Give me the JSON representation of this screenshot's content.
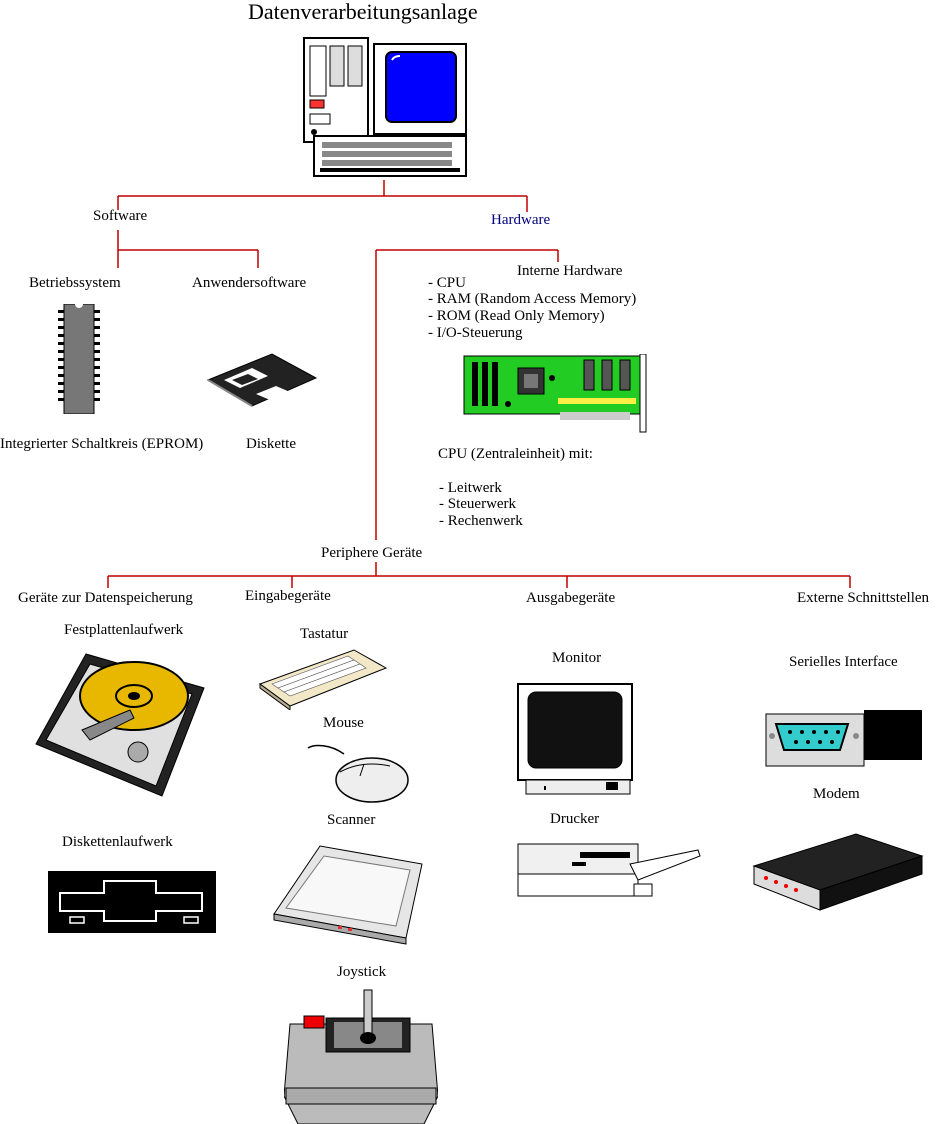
{
  "title": "Datenverarbeitungsanlage",
  "software": {
    "label": "Software",
    "betriebssystem": "Betriebssystem",
    "anwendersoftware": "Anwendersoftware",
    "chip_caption": "Integrierter Schaltkreis (EPROM)",
    "disk_caption": "Diskette"
  },
  "hardware": {
    "label": "Hardware",
    "interne": "Interne Hardware",
    "items": [
      "- CPU",
      "- RAM (Random Access Memory)",
      "- ROM (Read Only Memory)",
      "- I/O-Steuerung"
    ],
    "cpu_heading": "CPU (Zentraleinheit) mit:",
    "cpu_items": [
      "- Leitwerk",
      "- Steuerwerk",
      "- Rechenwerk"
    ]
  },
  "peripherie": {
    "label": "Periphere Geräte",
    "speicher": {
      "label": "Geräte zur Datenspeicherung",
      "festplatte": "Festplattenlaufwerk",
      "diskettenlaufwerk": "Diskettenlaufwerk"
    },
    "eingabe": {
      "label": "Eingabegeräte",
      "tastatur": "Tastatur",
      "mouse": "Mouse",
      "scanner": "Scanner",
      "joystick": "Joystick"
    },
    "ausgabe": {
      "label": "Ausgabegeräte",
      "monitor": "Monitor",
      "drucker": "Drucker"
    },
    "extern": {
      "label": "Externe Schnittstellen",
      "seriell": "Serielles Interface",
      "modem": "Modem"
    }
  },
  "colors": {
    "lines": "#c00000",
    "hardware_text": "#000080",
    "screen": "#0000ff",
    "pcb": "#22cc22",
    "disk_gold": "#e8b800",
    "serial_cyan": "#33cccc"
  },
  "icons": [
    "computer-icon",
    "chip-icon",
    "diskette-icon",
    "circuit-board-icon",
    "hard-disk-icon",
    "floppy-drive-icon",
    "keyboard-icon",
    "mouse-icon",
    "scanner-icon",
    "joystick-icon",
    "monitor-icon",
    "printer-icon",
    "serial-connector-icon",
    "modem-icon"
  ]
}
